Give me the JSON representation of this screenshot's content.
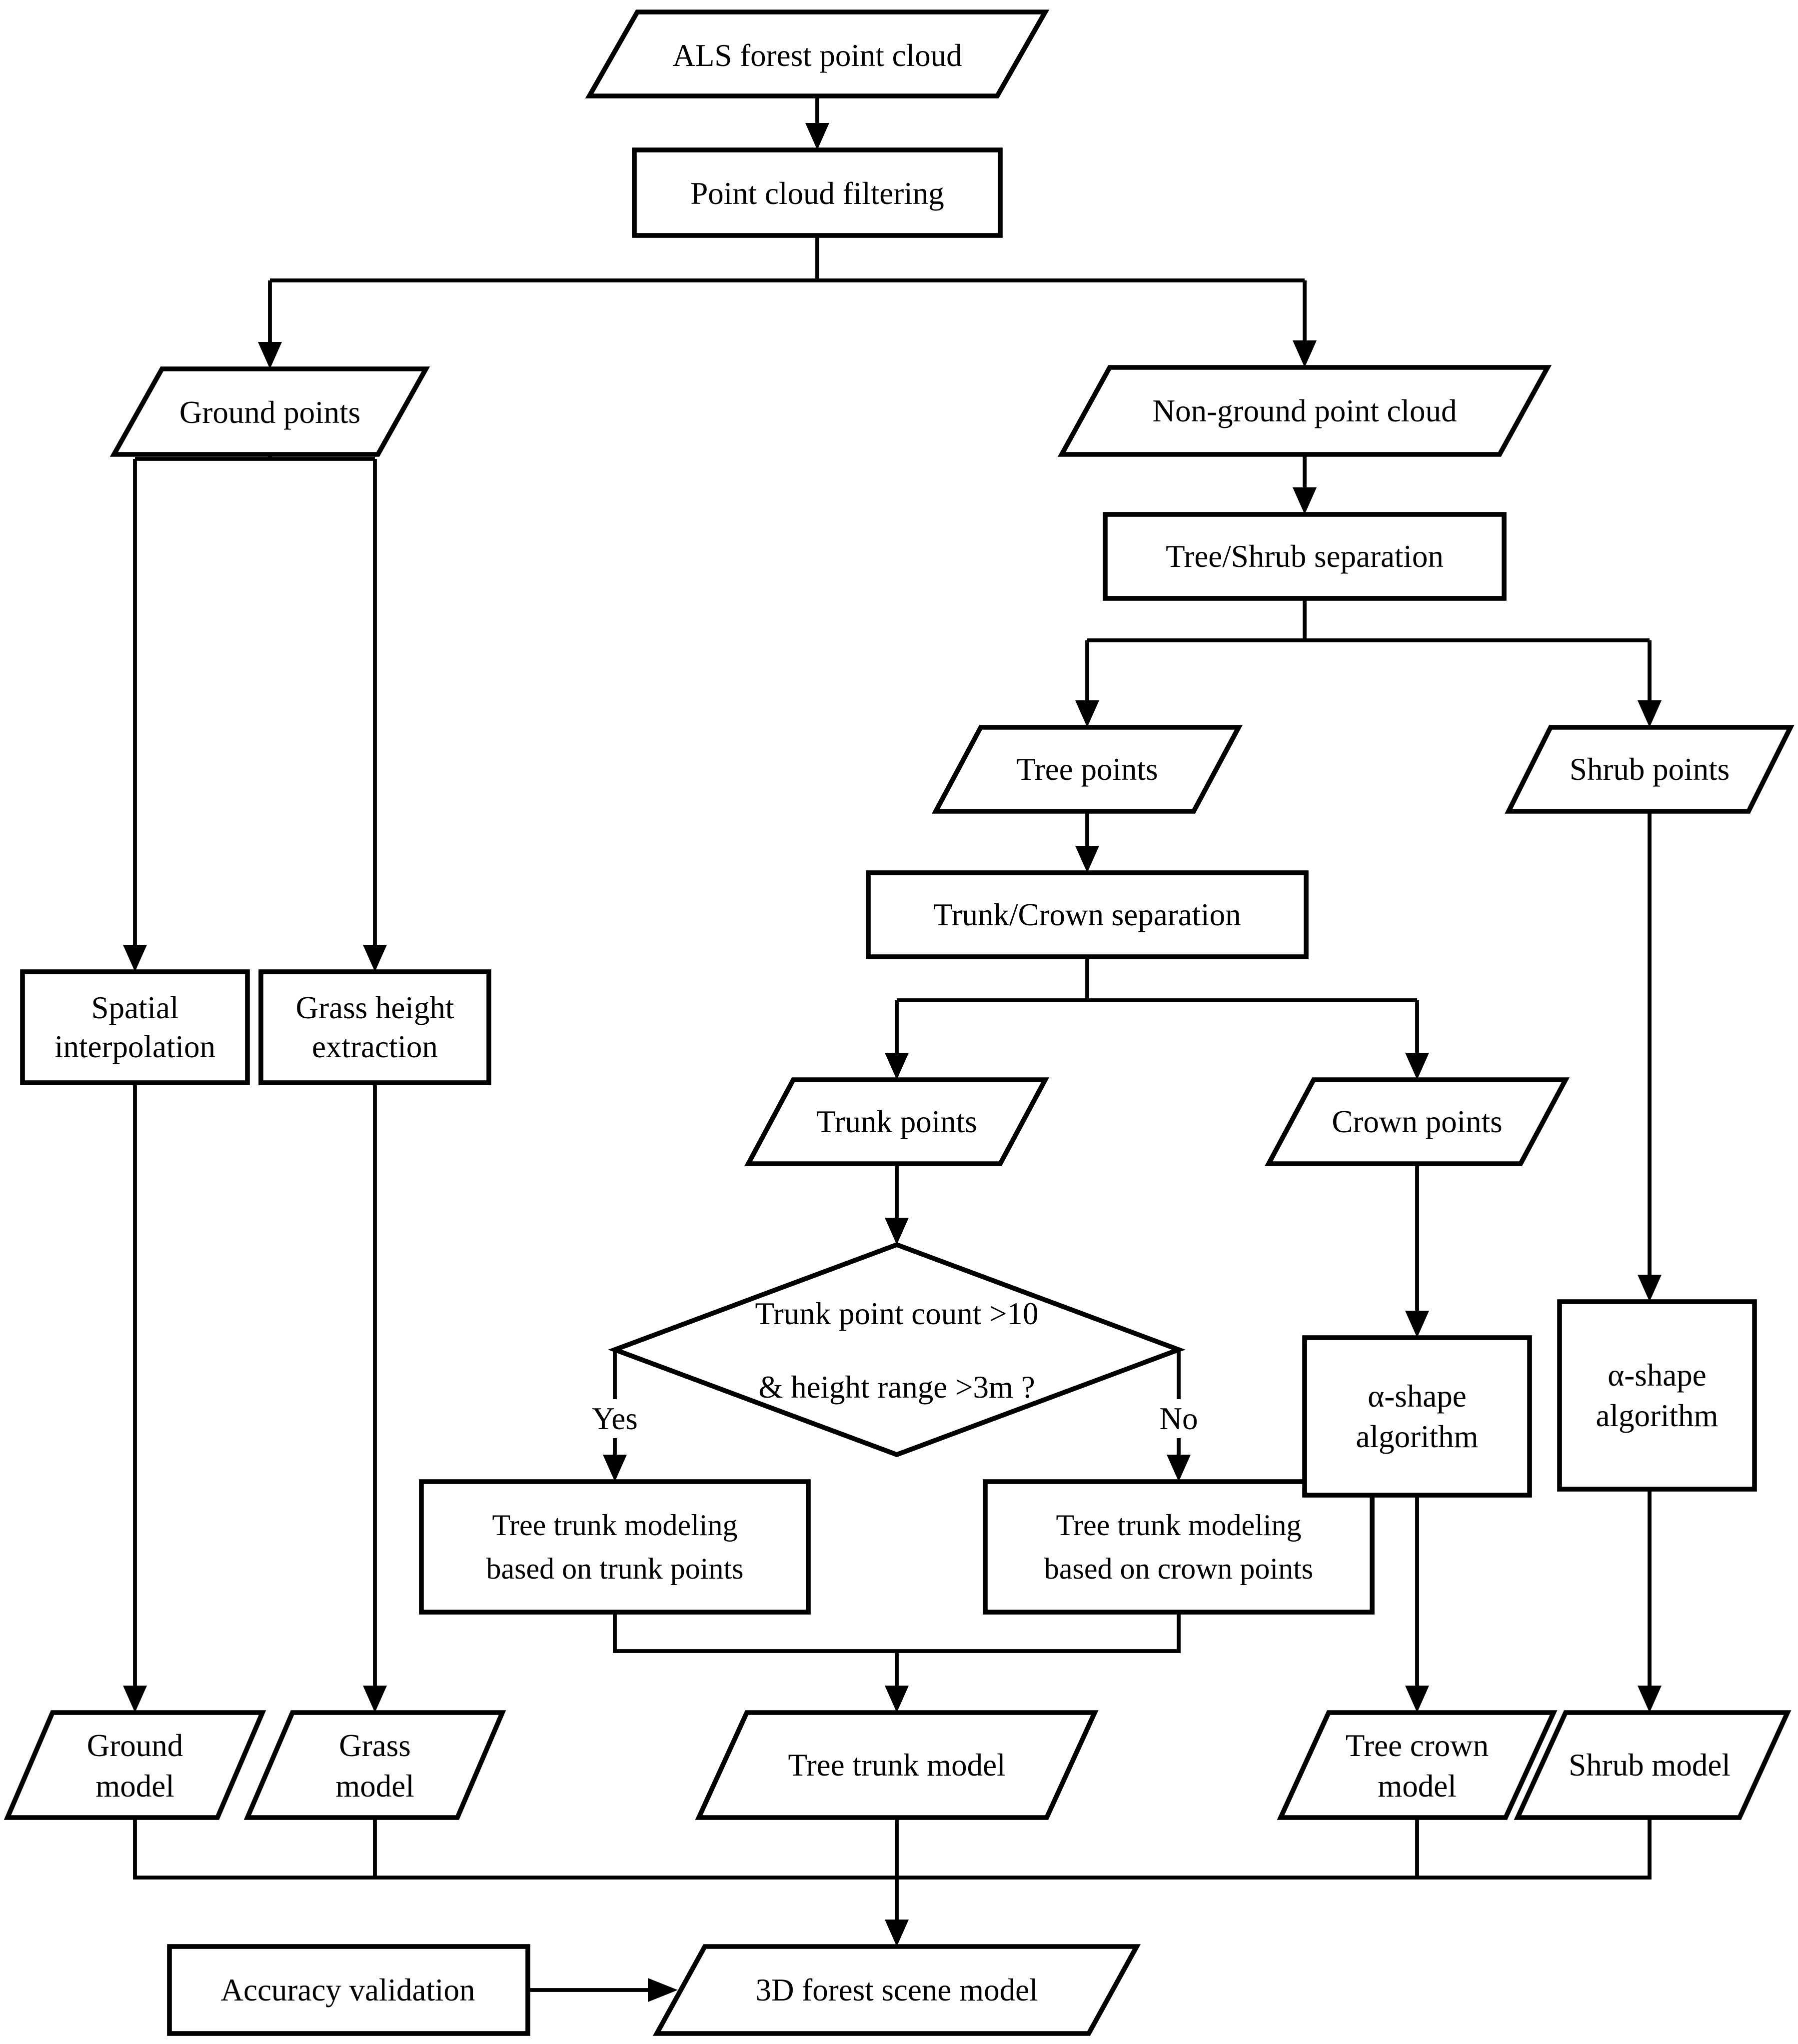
{
  "diagram": {
    "type": "flowchart",
    "colors": {
      "stroke": "#000000",
      "background": "#ffffff",
      "text": "#000000"
    },
    "nodes": {
      "als_input": {
        "shape": "parallelogram",
        "label": "ALS forest point cloud"
      },
      "point_cloud_filtering": {
        "shape": "rectangle",
        "label": "Point cloud filtering"
      },
      "ground_points": {
        "shape": "parallelogram",
        "label": "Ground points"
      },
      "non_ground_point_cloud": {
        "shape": "parallelogram",
        "label": "Non-ground point cloud"
      },
      "tree_shrub_separation": {
        "shape": "rectangle",
        "label": "Tree/Shrub separation"
      },
      "tree_points": {
        "shape": "parallelogram",
        "label": "Tree points"
      },
      "shrub_points": {
        "shape": "parallelogram",
        "label": "Shrub points"
      },
      "trunk_crown_separation": {
        "shape": "rectangle",
        "label": "Trunk/Crown separation"
      },
      "trunk_points": {
        "shape": "parallelogram",
        "label": "Trunk points"
      },
      "crown_points": {
        "shape": "parallelogram",
        "label": "Crown points"
      },
      "spatial_interpolation": {
        "shape": "rectangle",
        "lines": [
          "Spatial",
          "interpolation"
        ]
      },
      "grass_height_extraction": {
        "shape": "rectangle",
        "lines": [
          "Grass height",
          "extraction"
        ]
      },
      "decision_trunk": {
        "shape": "diamond",
        "lines": [
          "Trunk point count >10",
          "& height range >3m ?"
        ]
      },
      "tree_trunk_modeling_trunk": {
        "shape": "rectangle",
        "lines": [
          "Tree trunk modeling",
          "based on trunk points"
        ]
      },
      "tree_trunk_modeling_crown": {
        "shape": "rectangle",
        "lines": [
          "Tree trunk modeling",
          "based on crown points"
        ]
      },
      "alpha_shape_crown": {
        "shape": "rectangle",
        "lines": [
          "α-shape",
          "algorithm"
        ]
      },
      "alpha_shape_shrub": {
        "shape": "rectangle",
        "lines": [
          "α-shape",
          "algorithm"
        ]
      },
      "ground_model": {
        "shape": "parallelogram",
        "lines": [
          "Ground",
          "model"
        ]
      },
      "grass_model": {
        "shape": "parallelogram",
        "lines": [
          "Grass",
          "model"
        ]
      },
      "tree_trunk_model": {
        "shape": "parallelogram",
        "label": "Tree trunk model"
      },
      "tree_crown_model": {
        "shape": "parallelogram",
        "lines": [
          "Tree crown",
          "model"
        ]
      },
      "shrub_model": {
        "shape": "parallelogram",
        "label": "Shrub model"
      },
      "accuracy_validation": {
        "shape": "rectangle",
        "label": "Accuracy validation"
      },
      "forest_scene_model": {
        "shape": "parallelogram",
        "label": "3D forest scene model"
      }
    },
    "edge_labels": {
      "yes": "Yes",
      "no": "No"
    }
  }
}
